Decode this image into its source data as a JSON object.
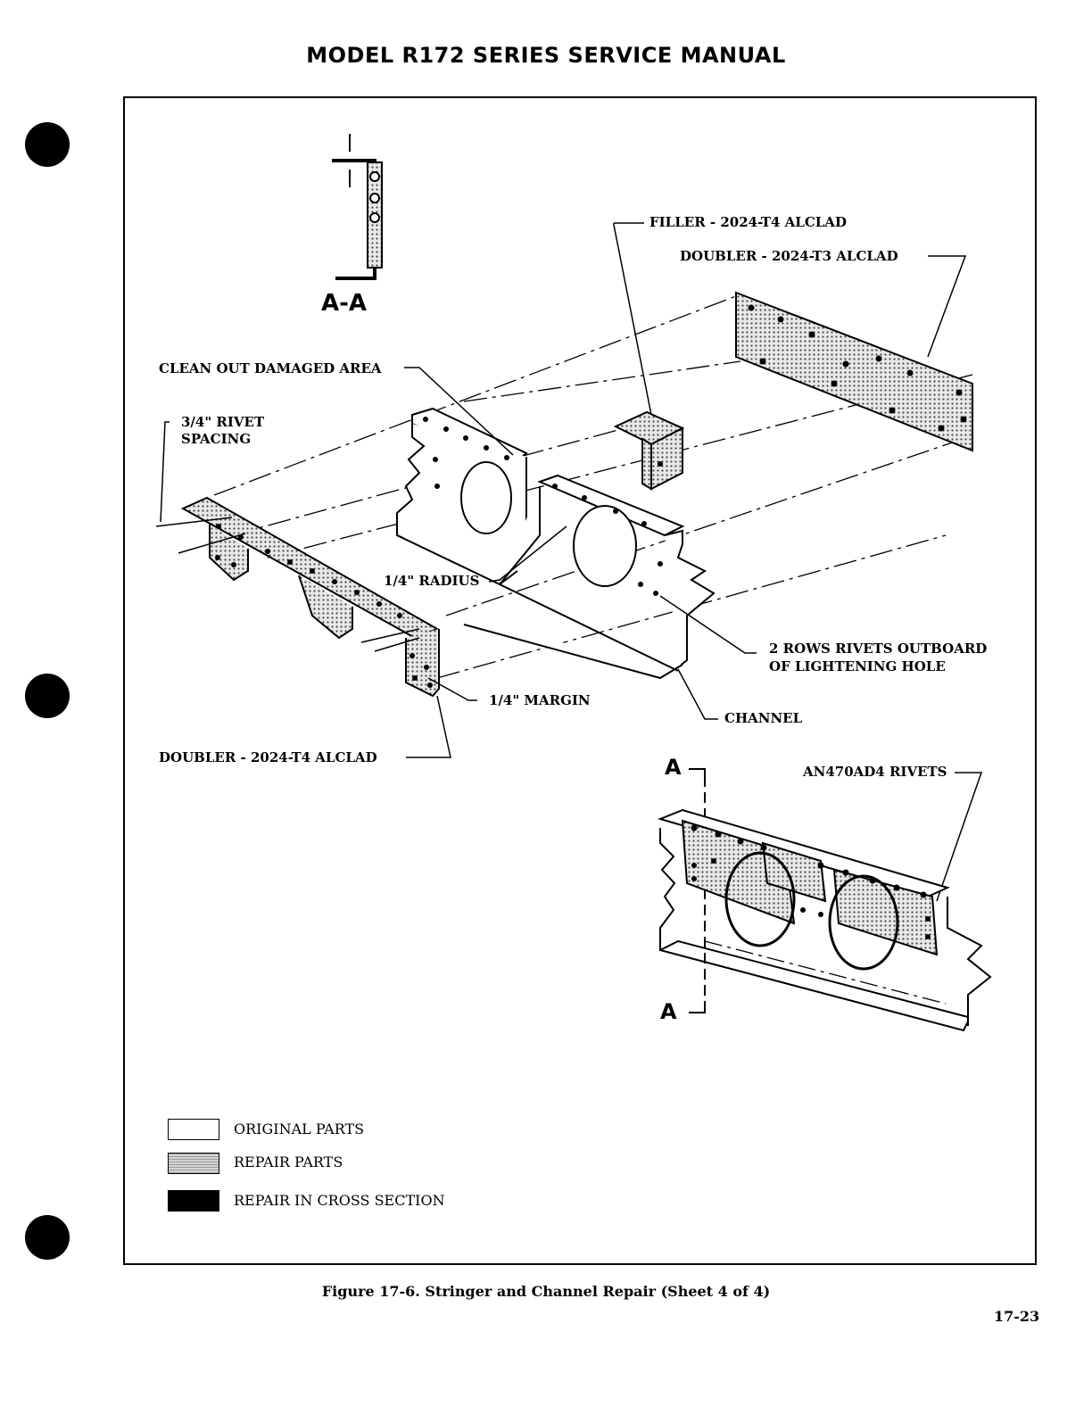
{
  "header": {
    "title": "MODEL R172 SERIES SERVICE MANUAL"
  },
  "figure": {
    "section_label_top": "A-A",
    "section_marker_top": "A",
    "section_marker_bottom": "A",
    "labels": {
      "filler": "FILLER - 2024-T4 ALCLAD",
      "doubler_t3": "DOUBLER - 2024-T3 ALCLAD",
      "clean_out": "CLEAN OUT DAMAGED AREA",
      "rivet_spacing_1": "3/4\" RIVET",
      "rivet_spacing_2": "SPACING",
      "radius": "1/4\" RADIUS",
      "two_rows_1": "2 ROWS RIVETS OUTBOARD",
      "two_rows_2": "OF LIGHTENING HOLE",
      "margin": "1/4\" MARGIN",
      "channel": "CHANNEL",
      "doubler_t4": "DOUBLER - 2024-T4 ALCLAD",
      "an_rivets": "AN470AD4 RIVETS"
    }
  },
  "legend": [
    {
      "label": "ORIGINAL PARTS",
      "fill": "#ffffff"
    },
    {
      "label": "REPAIR PARTS",
      "fill": "#b8b8b8"
    },
    {
      "label": "REPAIR IN CROSS SECTION",
      "fill": "#000000"
    }
  ],
  "caption": "Figure 17-6.  Stringer and Channel Repair (Sheet 4 of 4)",
  "page_number": "17-23"
}
